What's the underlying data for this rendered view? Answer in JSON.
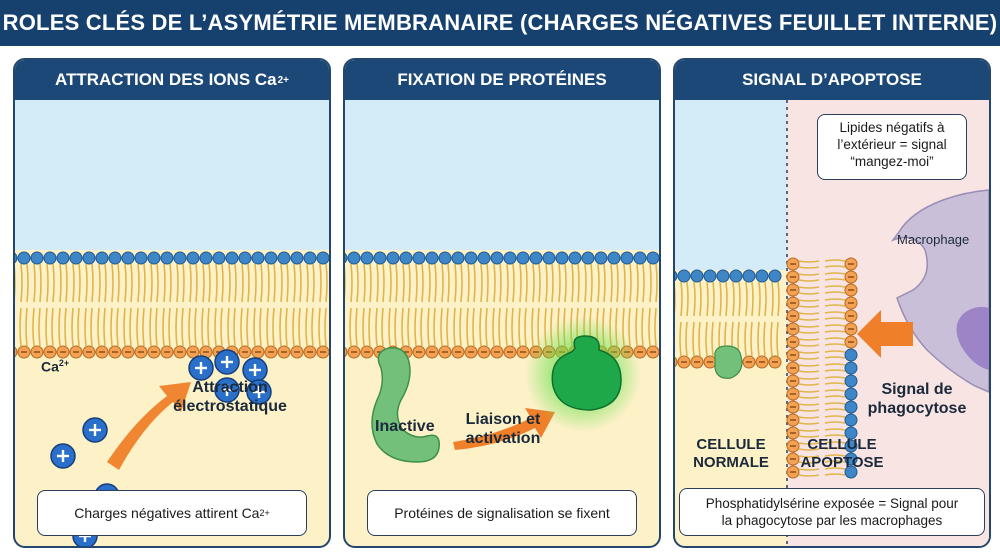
{
  "title": "ROLES CLÉS DE L’ASYMÉTRIE MEMBRANAIRE (CHARGES NÉGATIVES FEUILLET INTERNE)",
  "panels": [
    {
      "header": "ATTRACTION DES IONS Ca",
      "header_sup": "2+",
      "ion_label": "Ca",
      "ion_label_sup": "2+",
      "label_attraction_1": "Attraction",
      "label_attraction_2": "électrostatique",
      "caption": "Charges négatives attirent Ca",
      "caption_sup": "2+"
    },
    {
      "header": "FIXATION DE PROTÉINES",
      "label_inactive": "Inactive",
      "label_binding_1": "Liaison et",
      "label_binding_2": "activation",
      "caption": "Protéines de signalisation se fixent"
    },
    {
      "header": "SIGNAL D’APOPTOSE",
      "bubble_1": "Lipides négatifs à",
      "bubble_2": "l’extérieur = signal",
      "bubble_3": "“mangez-moi”",
      "label_macrophage": "Macrophage",
      "label_signal_1": "Signal de",
      "label_signal_2": "phagocytose",
      "label_normal_1": "CELLULE",
      "label_normal_2": "NORMALE",
      "label_apoptose_1": "CELLULE",
      "label_apoptose_2": "APOPTOSE",
      "caption_1": "Phosphatidylsérine exposée = Signal pour",
      "caption_2": "la phagocytose par les macrophages"
    }
  ],
  "colors": {
    "title_bg": "#16406e",
    "header_bg": "#1c4878",
    "outside": "#d4ecf7",
    "cytoplasm": "#fdf1c8",
    "head_blue": "#3f86c6",
    "head_orange": "#f3a253",
    "tail": "#e0b64a",
    "ion": "#2a6fc9",
    "protein": "#73c07b",
    "active_protein": "#1fa84a",
    "arrow": "#f07f2a",
    "macrophage": "#c9bfd9",
    "nucleus": "#9c84c6"
  }
}
